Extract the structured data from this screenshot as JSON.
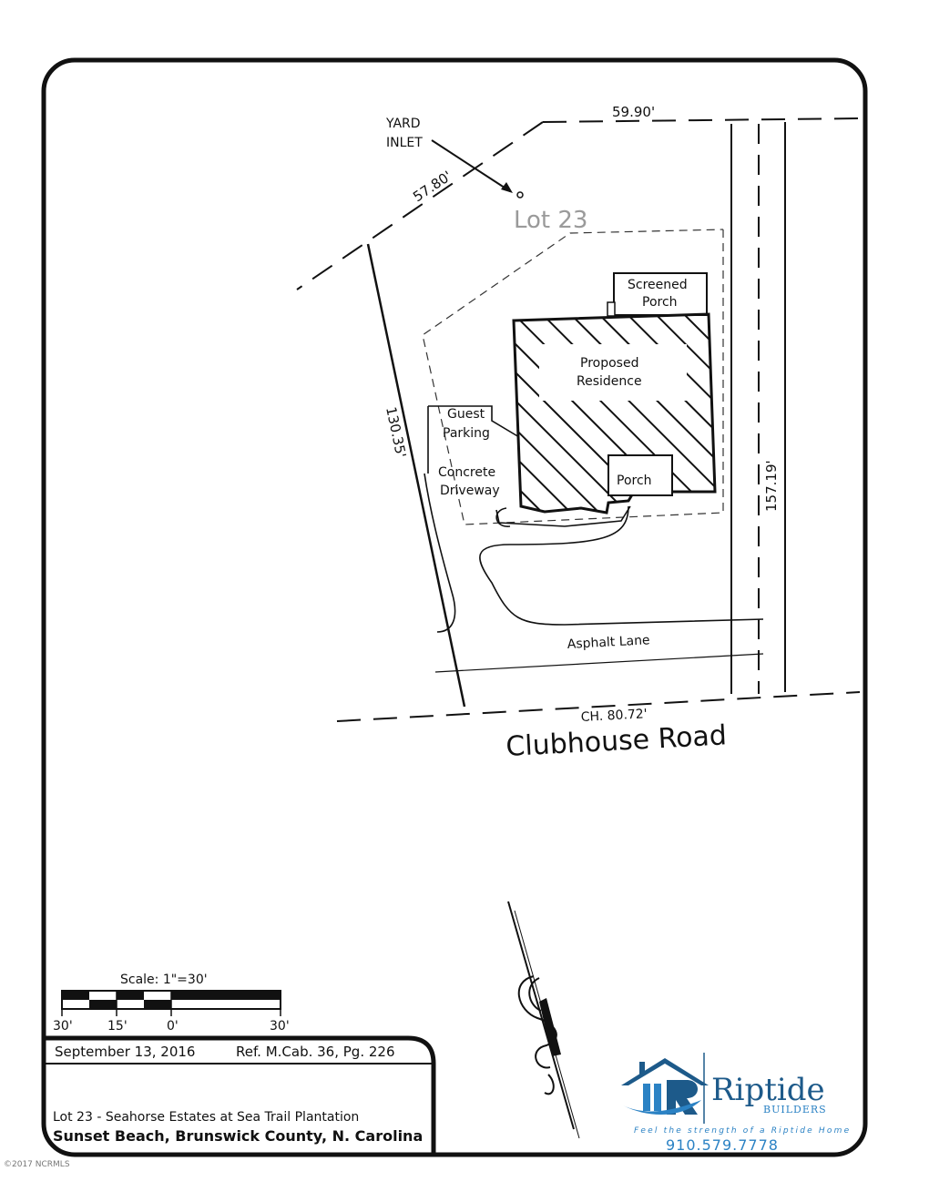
{
  "labels": {
    "yard_inlet_1": "YARD",
    "yard_inlet_2": "INLET",
    "dim_top": "59.90'",
    "dim_left_top": "57.80'",
    "lot": "Lot 23",
    "screened_1": "Screened",
    "screened_2": "Porch",
    "residence_1": "Proposed",
    "residence_2": "Residence",
    "guest_1": "Guest",
    "guest_2": "Parking",
    "driveway_1": "Concrete",
    "driveway_2": "Driveway",
    "porch": "Porch",
    "dim_left": "130.35'",
    "dim_right": "157.19'",
    "asphalt": "Asphalt Lane",
    "chord": "CH. 80.72'",
    "road": "Clubhouse Road"
  },
  "scale": {
    "label": "Scale: 1\"=30'",
    "ticks": [
      "30'",
      "15'",
      "0'",
      "30'"
    ]
  },
  "title_block": {
    "date": "September 13, 2016",
    "ref": "Ref. M.Cab. 36, Pg. 226",
    "desc": "Lot 23 - Seahorse Estates at Sea Trail Plantation",
    "location": "Sunset Beach, Brunswick County, N. Carolina"
  },
  "brand": {
    "name": "Riptide",
    "sub": "BUILDERS",
    "tagline": "Feel the strength of a Riptide Home",
    "phone": "910.579.7778",
    "primary_color": "#1d5a8a",
    "accent_color": "#2b82c4"
  },
  "copyright": "©2017 NCRMLS"
}
